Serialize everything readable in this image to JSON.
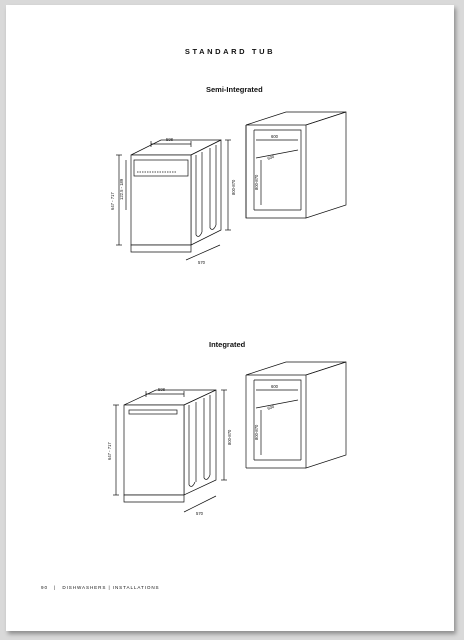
{
  "page_title": "STANDARD TUB",
  "sections": [
    {
      "title": "Semi-Integrated",
      "appliance_dims": {
        "depth": "598",
        "height": "647 - 717",
        "height2": "122.5 - 189",
        "width": "570",
        "niche_h": "800-870"
      },
      "cabinet_dims": {
        "width": "600",
        "depth": "600",
        "height": "800-870"
      }
    },
    {
      "title": "Integrated",
      "appliance_dims": {
        "depth": "598",
        "height": "647 - 717",
        "width": "570",
        "niche_h": "800-870"
      },
      "cabinet_dims": {
        "width": "600",
        "depth": "600",
        "height": "800-870"
      }
    }
  ],
  "footer": {
    "page_number": "90",
    "separator": "|",
    "text": "DISHWASHERS | INSTALLATIONS"
  }
}
